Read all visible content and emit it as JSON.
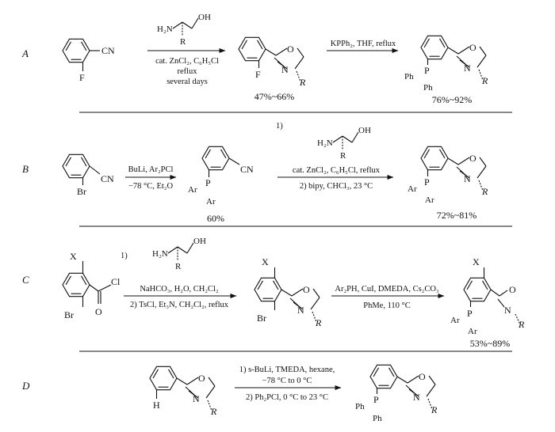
{
  "rows": [
    {
      "id": "A",
      "label": "A",
      "sm_sub": "CN",
      "sm_hal": "F",
      "r1_reagent": "aminoalcohol",
      "r1_cond": [
        "cat. ZnCl₂, C₆H₅Cl",
        "reflux",
        "several days"
      ],
      "int_yield": "47%~66%",
      "int_sub": "F",
      "r2_cond": [
        "KPPh₂, THF, reflux"
      ],
      "prod_ar": "Ph",
      "prod_yield": "76%~92%"
    },
    {
      "id": "B",
      "label": "B",
      "sm_sub": "CN",
      "sm_hal": "Br",
      "r1_cond": [
        "BuLi, Ar₂PCl",
        "−78 °C, Et₂O"
      ],
      "int_yield": "60%",
      "int_sub": "CN",
      "r2_step1": "1)",
      "r2_cond": [
        "cat. ZnCl₂, C₆H₅Cl, reflux",
        "2) bipy, CHCl₃, 23 °C"
      ],
      "prod_ar": "Ar",
      "prod_yield": "72%~81%"
    },
    {
      "id": "C",
      "label": "C",
      "sm_x": "X",
      "sm_cocl": "Cl",
      "sm_o": "O",
      "sm_hal": "Br",
      "r1_step1": "1)",
      "r1_cond": [
        "NaHCO₃, H₂O, CH₂Cl₂",
        "2) TsCl, Et₃N, CH₂Cl₂, reflux"
      ],
      "int_x": "X",
      "int_hal": "Br",
      "r2_cond": [
        "Ar₂PH, CuI, DMEDA, Cs₂CO₃",
        "PhMe, 110 °C"
      ],
      "prod_x": "X",
      "prod_ar": "Ar",
      "prod_yield": "53%~89%"
    },
    {
      "id": "D",
      "label": "D",
      "sm_h": "H",
      "r1_cond": [
        "1) s-BuLi, TMEDA, hexane,",
        "−78 °C to 0 °C",
        "2) Ph₂PCl, 0 °C to 23 °C"
      ],
      "prod_ar": "Ph"
    }
  ],
  "atoms": {
    "N": "N",
    "O": "O",
    "R": "R",
    "P": "P",
    "H2N": "H₂N",
    "OH": "OH"
  }
}
